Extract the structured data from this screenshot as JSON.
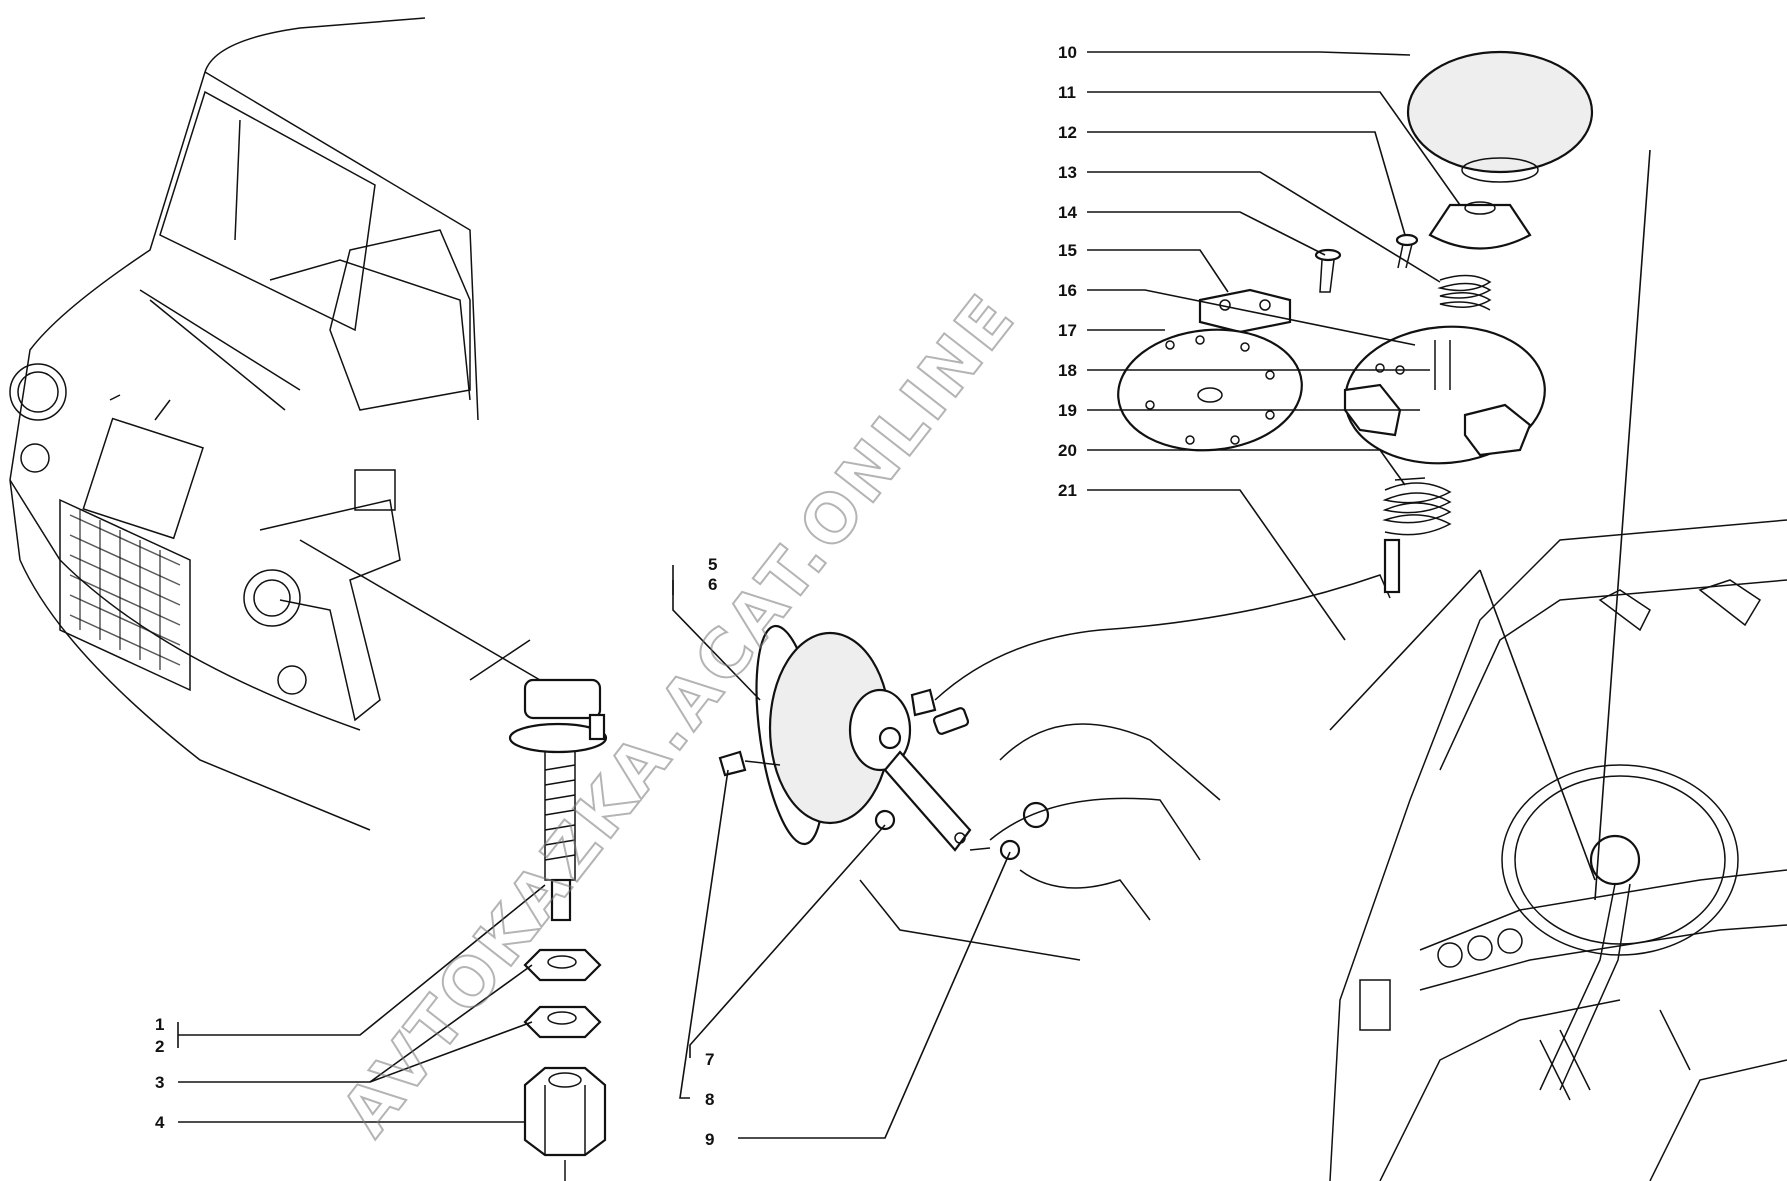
{
  "callouts": [
    {
      "id": "1",
      "label": "1"
    },
    {
      "id": "2",
      "label": "2"
    },
    {
      "id": "3",
      "label": "3"
    },
    {
      "id": "4",
      "label": "4"
    },
    {
      "id": "5",
      "label": "5"
    },
    {
      "id": "6",
      "label": "6"
    },
    {
      "id": "7",
      "label": "7"
    },
    {
      "id": "8",
      "label": "8"
    },
    {
      "id": "9",
      "label": "9"
    },
    {
      "id": "10",
      "label": "10"
    },
    {
      "id": "11",
      "label": "11"
    },
    {
      "id": "12",
      "label": "12"
    },
    {
      "id": "13",
      "label": "13"
    },
    {
      "id": "14",
      "label": "14"
    },
    {
      "id": "15",
      "label": "15"
    },
    {
      "id": "16",
      "label": "16"
    },
    {
      "id": "17",
      "label": "17"
    },
    {
      "id": "18",
      "label": "18"
    },
    {
      "id": "19",
      "label": "19"
    },
    {
      "id": "20",
      "label": "20"
    },
    {
      "id": "21",
      "label": "21"
    }
  ],
  "watermark": "AVTOKAZKA.ACAT.ONLINE",
  "colors": {
    "ink": "#111111",
    "watermark": "#777777",
    "background": "#ffffff"
  }
}
